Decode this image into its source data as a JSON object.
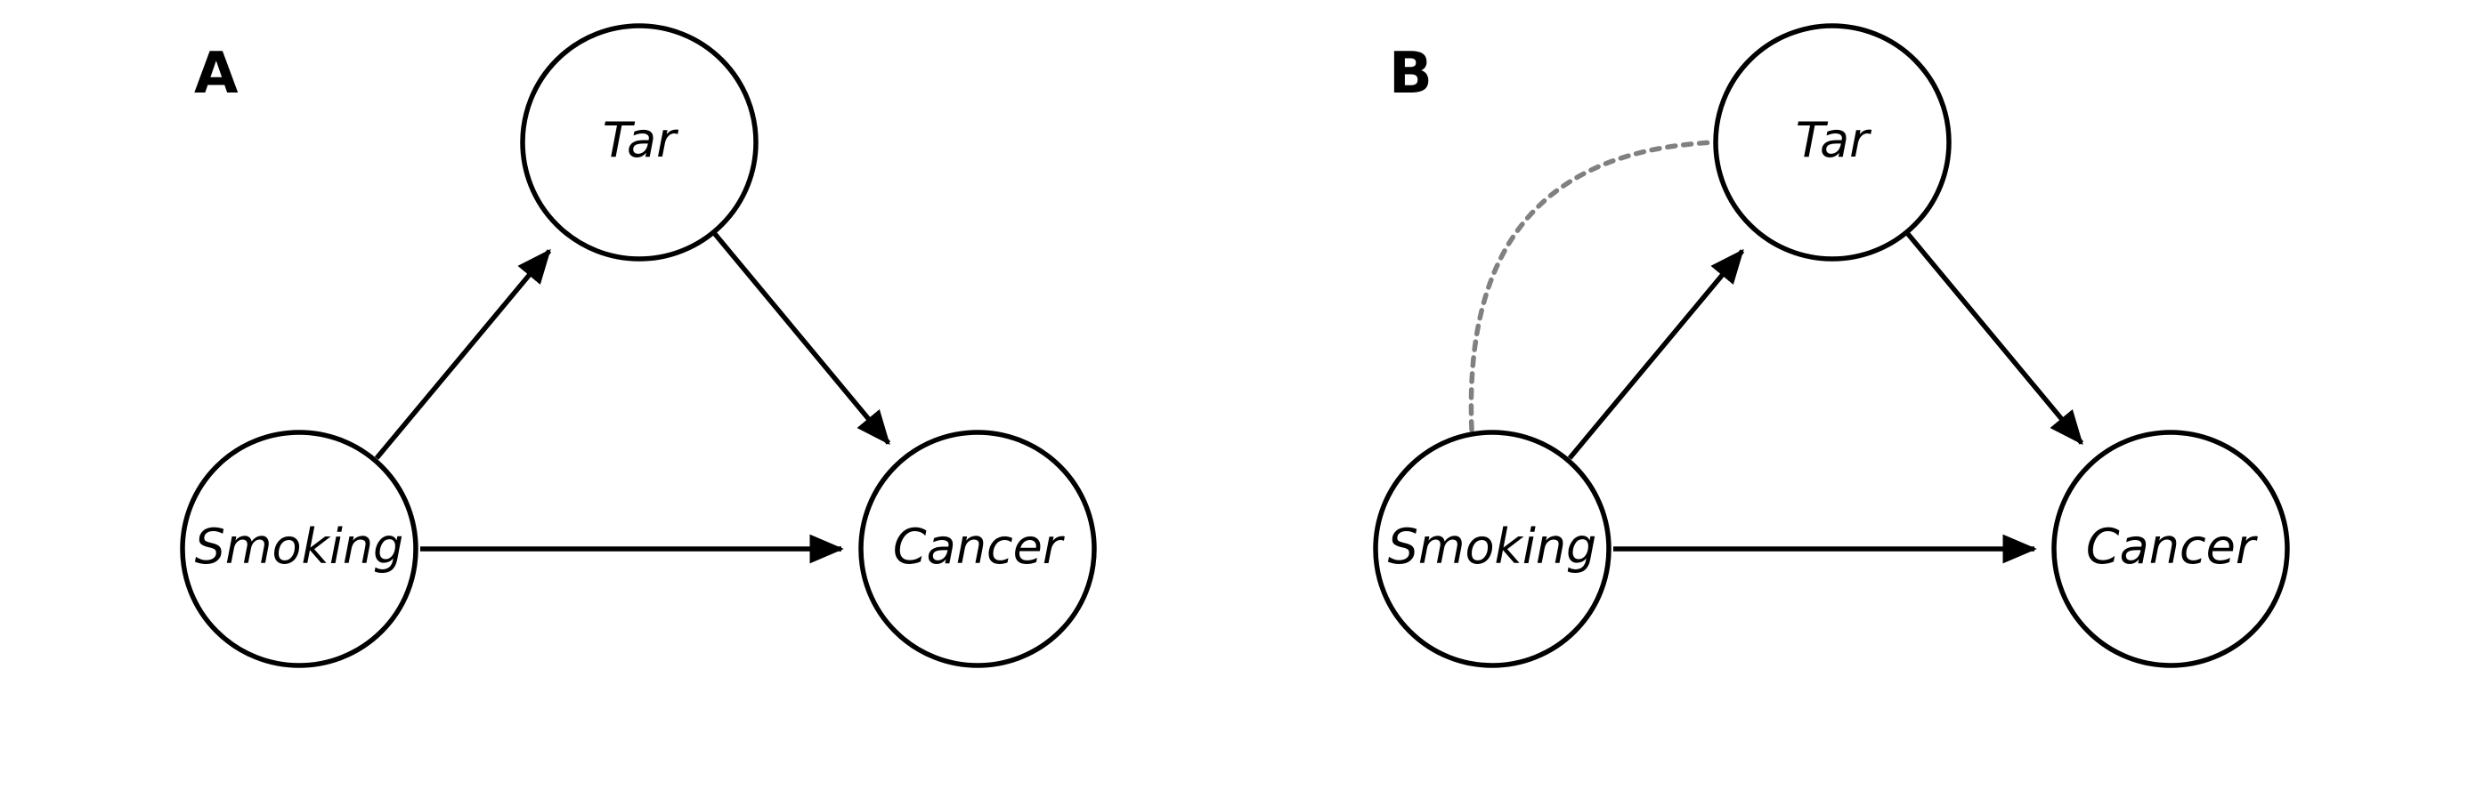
{
  "panels": [
    {
      "label": "A",
      "nodes": {
        "tar": "Tar",
        "smoking": "Smoking",
        "cancer": "Cancer"
      },
      "edges": [
        {
          "from": "Smoking",
          "to": "Tar",
          "style": "directed"
        },
        {
          "from": "Tar",
          "to": "Cancer",
          "style": "directed"
        },
        {
          "from": "Smoking",
          "to": "Cancer",
          "style": "directed"
        }
      ]
    },
    {
      "label": "B",
      "nodes": {
        "tar": "Tar",
        "smoking": "Smoking",
        "cancer": "Cancer"
      },
      "edges": [
        {
          "from": "Smoking",
          "to": "Tar",
          "style": "directed"
        },
        {
          "from": "Tar",
          "to": "Cancer",
          "style": "directed"
        },
        {
          "from": "Smoking",
          "to": "Cancer",
          "style": "directed"
        },
        {
          "from": "Smoking",
          "to": "Tar",
          "style": "dashed-bidirected-confounding"
        }
      ]
    }
  ],
  "colors": {
    "edge": "#000000",
    "confounder_edge": "#808080"
  }
}
